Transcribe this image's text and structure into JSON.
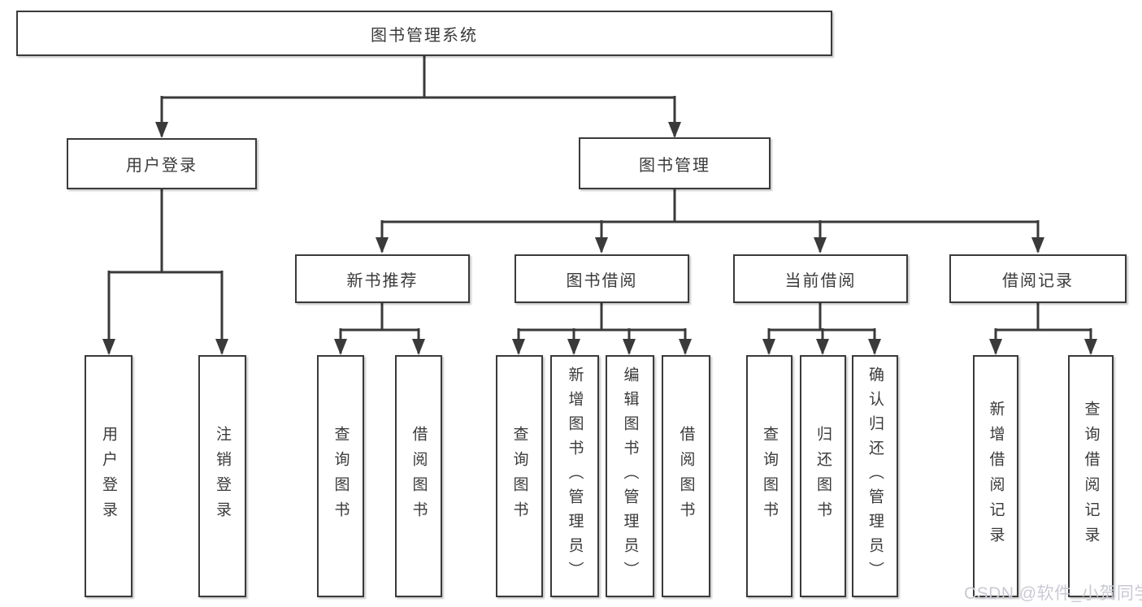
{
  "diagram": {
    "title": "图书管理系统",
    "level2": {
      "user_login": "用户登录",
      "book_management": "图书管理"
    },
    "level3": {
      "new_book_recommend": "新书推荐",
      "book_borrowing": "图书借阅",
      "current_borrowing": "当前借阅",
      "borrowing_records": "借阅记录"
    },
    "leaves": {
      "user_login": [
        "用户登录",
        "注销登录"
      ],
      "new_book_recommend": [
        "查询图书",
        "借阅图书"
      ],
      "book_borrowing": [
        "查询图书",
        "新增图书（管理员）",
        "编辑图书（管理员）",
        "借阅图书"
      ],
      "current_borrowing": [
        "查询图书",
        "归还图书",
        "确认归还（管理员）"
      ],
      "borrowing_records": [
        "新增借阅记录",
        "查询借阅记录"
      ]
    },
    "watermark": "CSDN @软件_小贺同学",
    "colors": {
      "line": "#3a3a3a",
      "text": "#3a3a3a",
      "box_fill": "#ffffff",
      "watermark": "#c9cad4",
      "background": "#ffffff"
    }
  }
}
